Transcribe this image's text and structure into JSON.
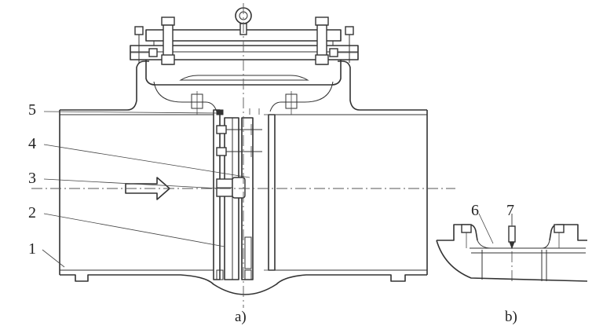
{
  "callouts": {
    "c1": "1",
    "c2": "2",
    "c3": "3",
    "c4": "4",
    "c5": "5",
    "c6": "6",
    "c7": "7"
  },
  "captions": {
    "a": "a)",
    "b": "b)"
  }
}
